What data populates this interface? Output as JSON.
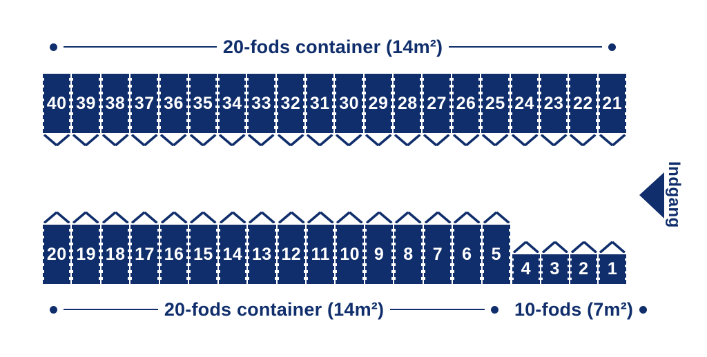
{
  "colors": {
    "navy": "#102e6b",
    "background": "#ffffff",
    "number_text": "#ffffff"
  },
  "labels": {
    "top_span": "20-fods container (14m²)",
    "bottom_span_large": "20-fods container (14m²)",
    "bottom_span_small": "10-fods (7m²)",
    "entrance": "Indgang"
  },
  "rows": {
    "top": {
      "type": "20-fods",
      "door_side": "bottom",
      "numbers": [
        40,
        39,
        38,
        37,
        36,
        35,
        34,
        33,
        32,
        31,
        30,
        29,
        28,
        27,
        26,
        25,
        24,
        23,
        22,
        21
      ]
    },
    "bottom_large": {
      "type": "20-fods",
      "door_side": "top",
      "numbers": [
        20,
        19,
        18,
        17,
        16,
        15,
        14,
        13,
        12,
        11,
        10,
        9,
        8,
        7,
        6,
        5
      ]
    },
    "bottom_small": {
      "type": "10-fods",
      "door_side": "top",
      "numbers": [
        4,
        3,
        2,
        1
      ]
    }
  }
}
